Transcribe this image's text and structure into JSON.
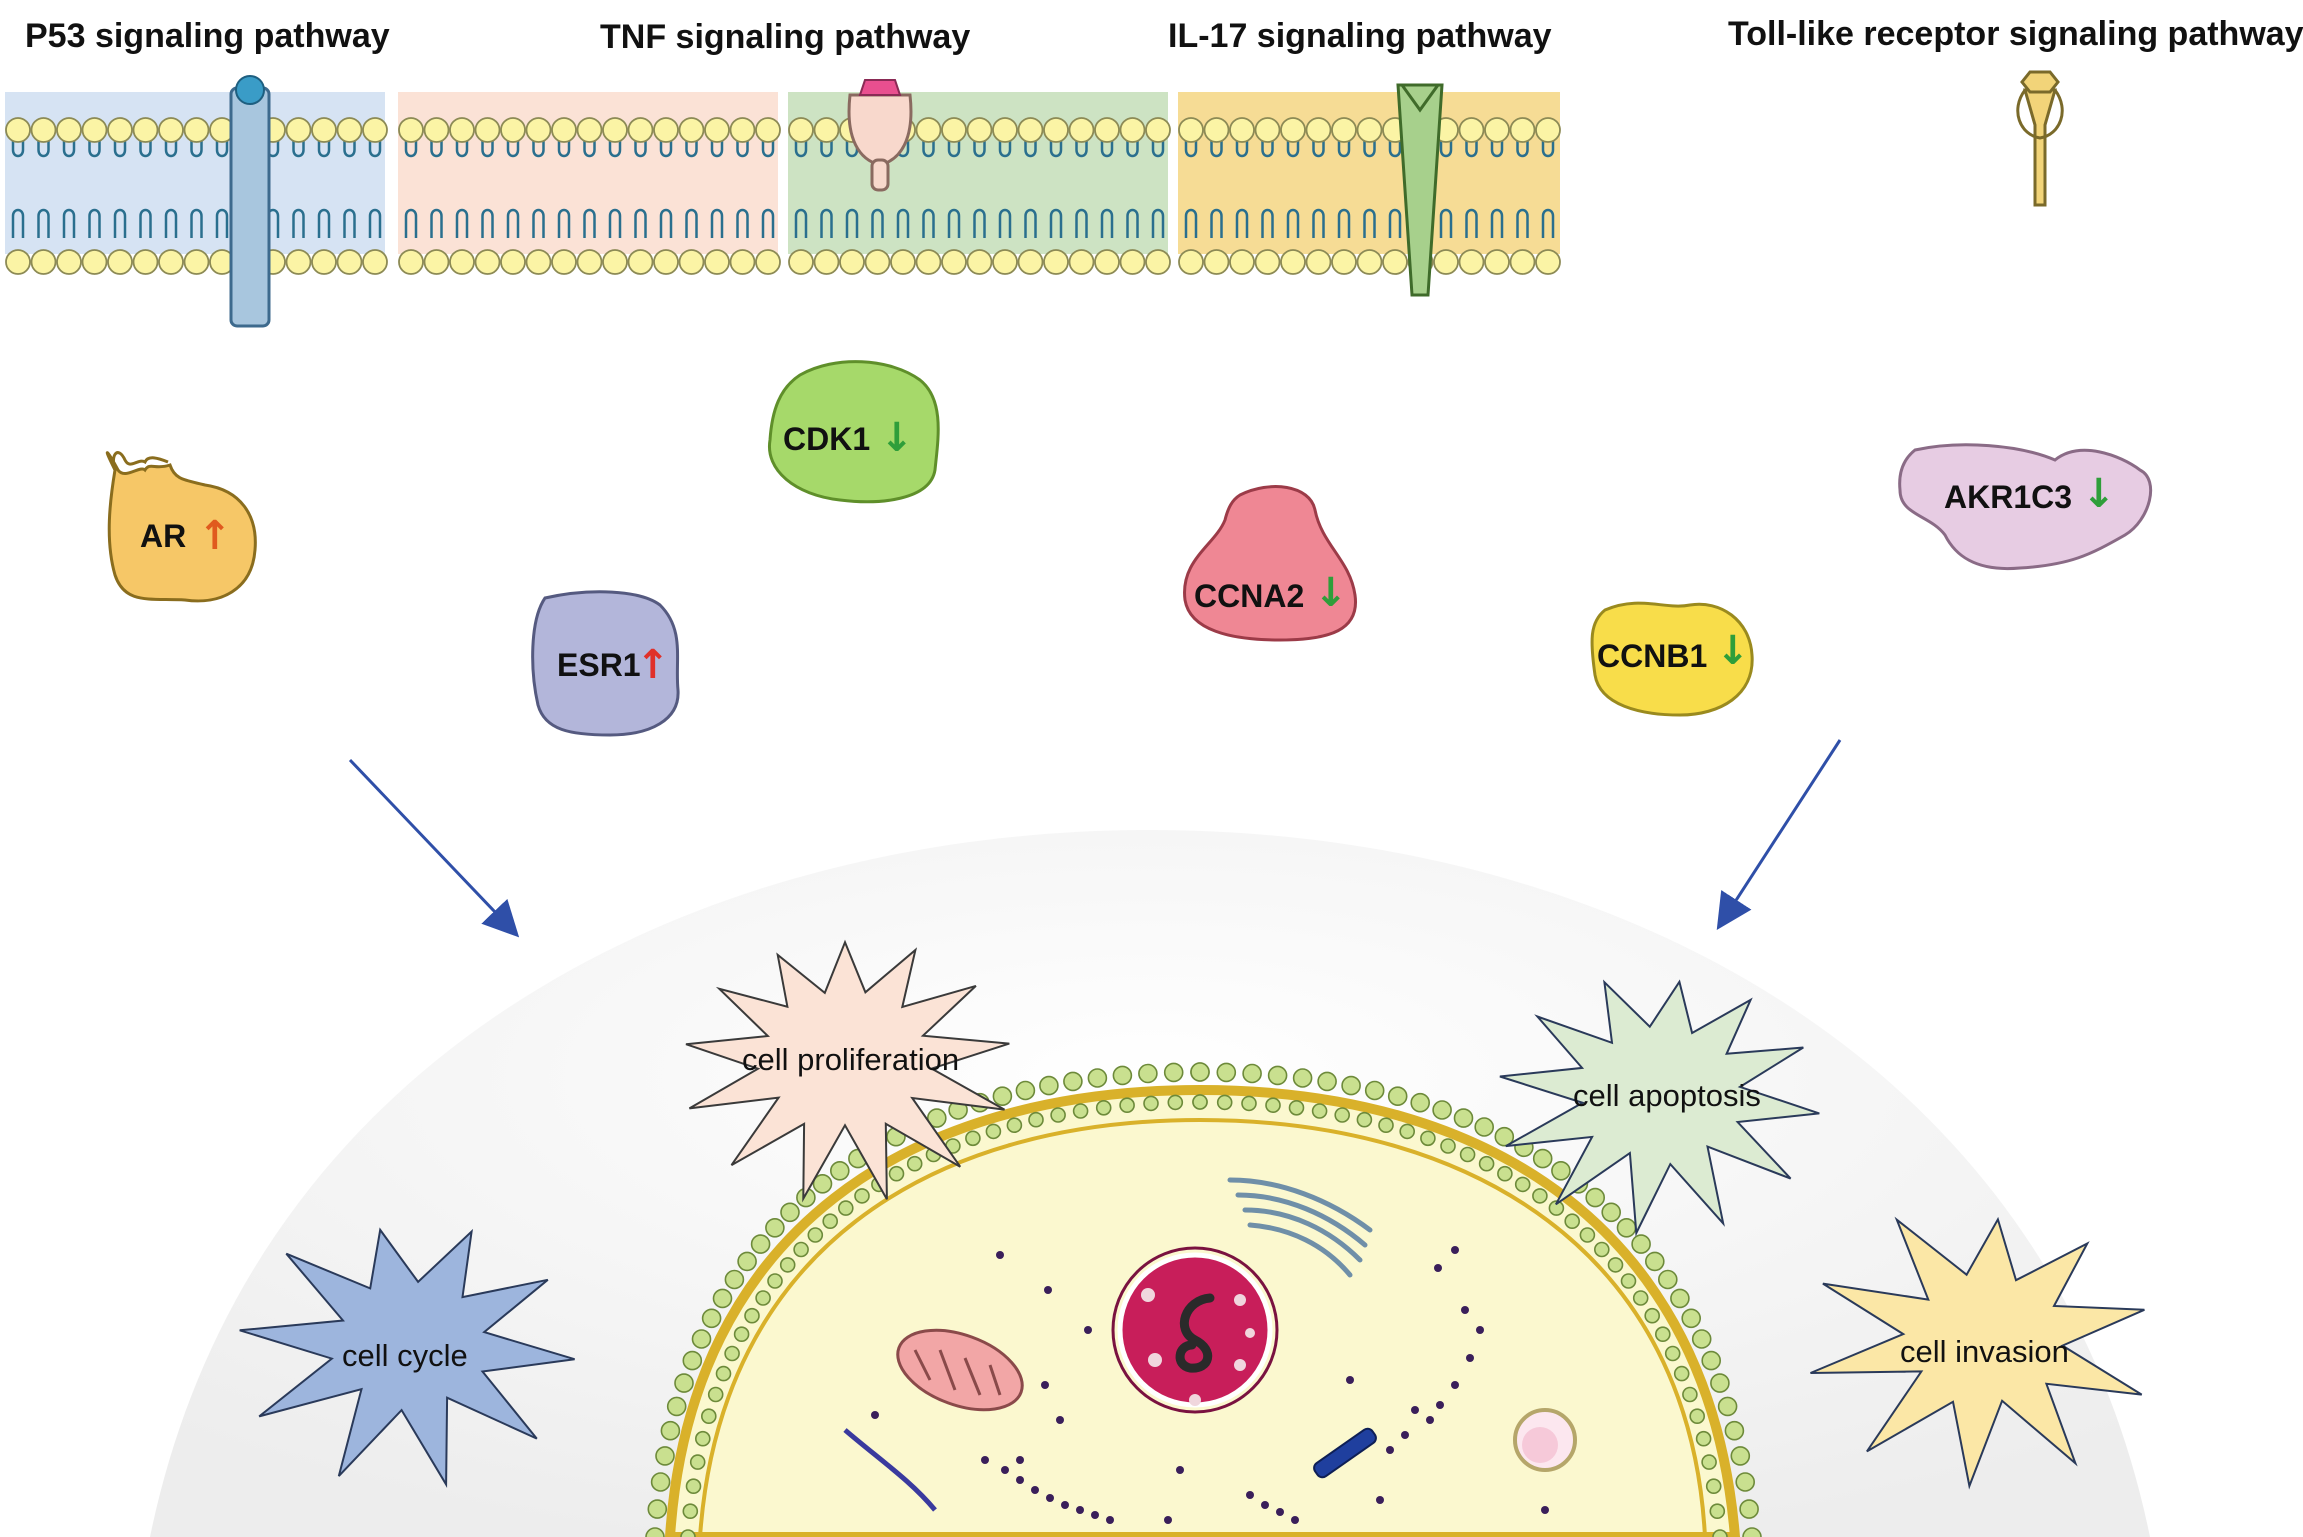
{
  "pathways": [
    {
      "label": "P53 signaling pathway",
      "band_color": "#d6e3f3",
      "receptor": "rod"
    },
    {
      "label": "TNF signaling pathway",
      "band_color": "#fbe2d6",
      "receptor": "cup"
    },
    {
      "label": "IL-17 signaling pathway",
      "band_color": "#cde3c3",
      "receptor": "wedge"
    },
    {
      "label": "Toll-like receptor signaling pathway",
      "band_color": "#f6dc95",
      "receptor": "fork"
    }
  ],
  "proteins": [
    {
      "name": "AR",
      "arrow": "↑",
      "arrow_color": "#e05a1e",
      "fill": "#f6c767",
      "stroke": "#8a6d1e"
    },
    {
      "name": "ESR1",
      "arrow": "↑",
      "arrow_color": "#e0302a",
      "fill": "#b3b6da",
      "stroke": "#555a80"
    },
    {
      "name": "CDK1",
      "arrow": "↓",
      "arrow_color": "#2f9e3a",
      "fill": "#a6d96a",
      "stroke": "#5f8f2a"
    },
    {
      "name": "CCNA2",
      "arrow": "↓",
      "arrow_color": "#2f9e3a",
      "fill": "#ef8794",
      "stroke": "#9c3b48"
    },
    {
      "name": "CCNB1",
      "arrow": "↓",
      "arrow_color": "#2f9e3a",
      "fill": "#f8dd4a",
      "stroke": "#9a8a1e"
    },
    {
      "name": "AKR1C3",
      "arrow": "↓",
      "arrow_color": "#2f9e3a",
      "fill": "#e7cce3",
      "stroke": "#8a6b86"
    }
  ],
  "processes": [
    {
      "label": "cell proliferation",
      "fill": "#fbe3d6"
    },
    {
      "label": "cell apoptosis",
      "fill": "#dcebd2"
    },
    {
      "label": "cell cycle",
      "fill": "#9db5dd"
    },
    {
      "label": "cell invasion",
      "fill": "#fbe7a6"
    }
  ],
  "colors": {
    "lipid_head": "#fbf4a5",
    "lipid_outline": "#8c8a55",
    "lipid_tail": "#2a6f8e",
    "arrow": "#2f4fa8",
    "nucleus_fill": "#fbf8cf",
    "nucleolus": "#c81e5a"
  }
}
